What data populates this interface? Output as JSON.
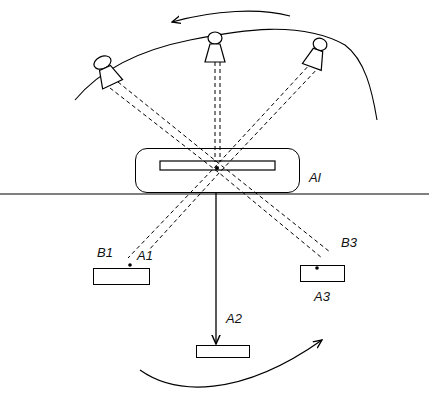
{
  "diagram": {
    "nodes": [
      {
        "text": [
          "Al"
        ]
      },
      {
        "text": [
          "A1"
        ]
      },
      {
        "text": [
          "A2"
        ]
      },
      {
        "text": [
          "A3"
        ]
      }
    ],
    "edges": [
      {
        "from": 0,
        "to": 2,
        "arrow": "to"
      }
    ],
    "labels": [
      "B1",
      "B3"
    ]
  }
}
